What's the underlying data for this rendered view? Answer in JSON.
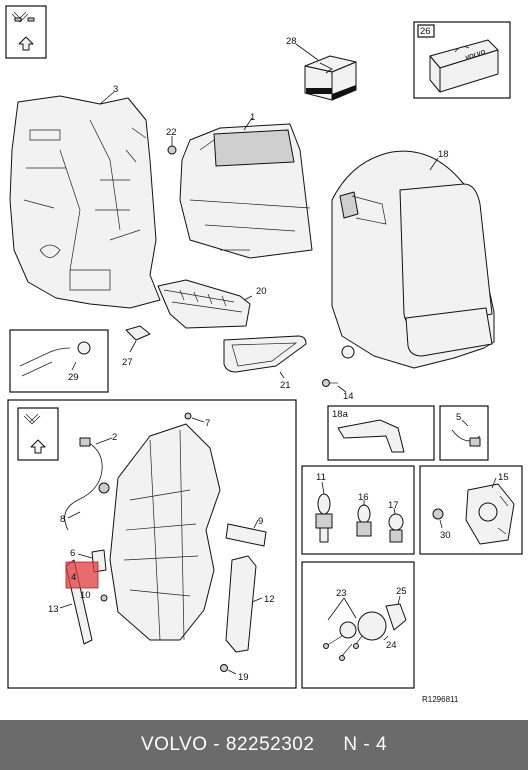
{
  "callouts": {
    "c1": "1",
    "c2": "2",
    "c3": "3",
    "c5": "5",
    "c6": "6",
    "c7": "7",
    "c8": "8",
    "c9": "9",
    "c10": "10",
    "c11": "11",
    "c12": "12",
    "c13": "13",
    "c14": "14",
    "c15": "15",
    "c16": "16",
    "c17": "17",
    "c18": "18",
    "c18a": "18a",
    "c19": "19",
    "c20": "20",
    "c21": "21",
    "c22": "22",
    "c23": "23",
    "c24": "24",
    "c25": "25",
    "c26": "26",
    "c27": "27",
    "c28": "28",
    "c29": "29",
    "c30": "30",
    "c4": "4"
  },
  "case_brand": "VOLVO",
  "figure_ref": "R1296811",
  "footer": {
    "brand": "VOLVO",
    "separator": " - ",
    "part_number": "82252302",
    "gap": "     ",
    "position": "N - 4"
  },
  "colors": {
    "highlight": "#e03b3b",
    "footer_bg": "#6b6b6b"
  }
}
